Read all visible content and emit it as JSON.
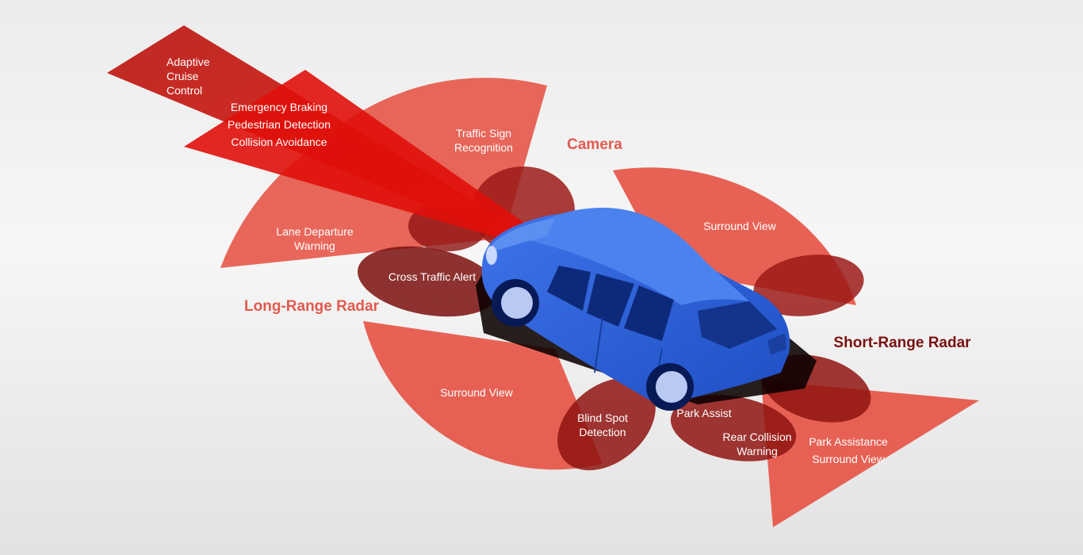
{
  "colors": {
    "zone": "#e8574a",
    "zone_dark": "#8e1212",
    "beam": "#d40d08",
    "car_body": "#2b5fd6",
    "category_light": "#e25a4e",
    "category_dark": "#7a1111"
  },
  "categories": {
    "camera": "Camera",
    "long_range_radar": "Long-Range Radar",
    "short_range_radar": "Short-Range Radar"
  },
  "features": {
    "adaptive_cruise": "Adaptive\nCruise\nControl",
    "emergency_braking": "Emergency Braking\nPedestrian Detection\nCollision Avoidance",
    "traffic_sign": "Traffic Sign\nRecognition",
    "lane_departure": "Lane Departure\nWarning",
    "cross_traffic": "Cross Traffic Alert",
    "surround_view_right": "Surround View",
    "surround_view_left": "Surround View",
    "blind_spot": "Blind Spot\nDetection",
    "park_assist": "Park Assist",
    "rear_collision": "Rear Collision\nWarning",
    "park_assistance": "Park Assistance\nSurround View"
  },
  "icons": {
    "vehicle": "car-icon"
  }
}
